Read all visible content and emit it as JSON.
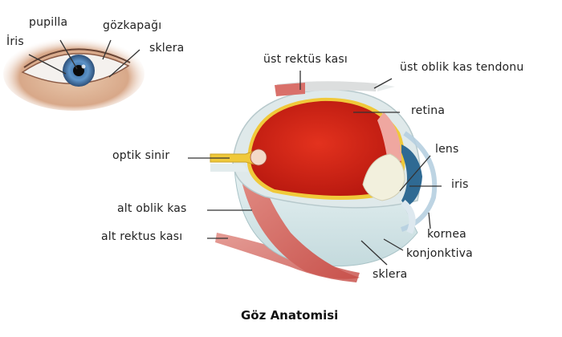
{
  "title": "Göz Anatomisi",
  "external_eye": {
    "labels": {
      "pupil": "pupilla",
      "eyelid": "gözkapağı",
      "iris": "İris",
      "sclera": "sklera"
    }
  },
  "cross_section": {
    "labels": {
      "superior_rectus": "üst rektüs kası",
      "superior_oblique_tendon": "üst oblik kas tendonu",
      "retina": "retina",
      "lens": "lens",
      "iris": "iris",
      "optic_nerve": "optik sinir",
      "inferior_oblique": "alt oblik kas",
      "inferior_rectus": "alt rektus kası",
      "cornea": "kornea",
      "conjunctiva": "konjonktiva",
      "sclera": "sklera"
    }
  },
  "colors": {
    "iris_blue": "#4a7fb8",
    "vitreous_red": "#d8261a",
    "muscle_red": "#d9706a",
    "sclera_tint": "#cfe3e6",
    "nerve_yellow": "#f0c93a"
  }
}
